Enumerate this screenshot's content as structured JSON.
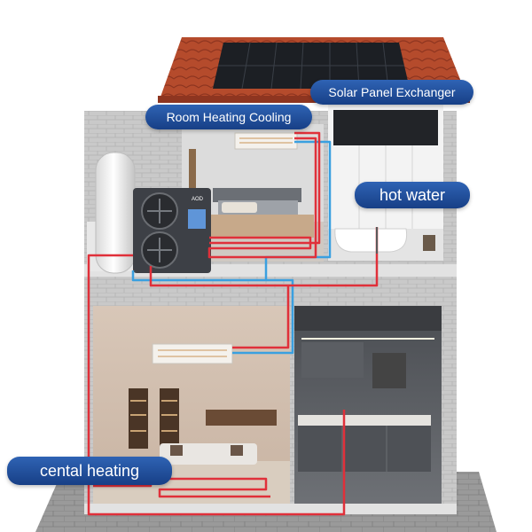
{
  "labels": {
    "solar": "Solar Panel Exchanger",
    "room": "Room Heating Cooling",
    "hot_water": "hot water",
    "central": "cental heating"
  },
  "heat_pump": {
    "brand": "AOD"
  },
  "colors": {
    "label_bg": "#1f4a96",
    "hot_pipe": "#e0303a",
    "cold_pipe": "#3aa0e0",
    "roof_tile": "#b0482a",
    "solar_panel": "#1c1f24",
    "wall": "#d9d9d9"
  }
}
